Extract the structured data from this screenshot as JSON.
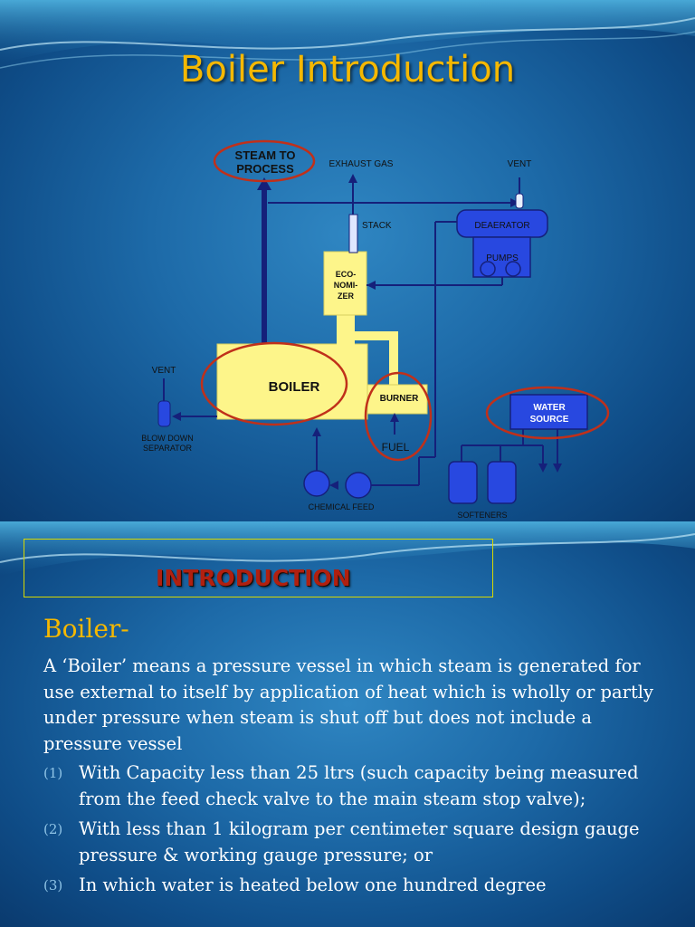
{
  "slide1": {
    "title": "Boiler Introduction",
    "diagram": {
      "steam_to_process_line1": "STEAM TO",
      "steam_to_process_line2": "PROCESS",
      "exhaust_gas": "EXHAUST GAS",
      "vent_top": "VENT",
      "stack": "STACK",
      "deaerator": "DEAERATOR",
      "pumps": "PUMPS",
      "economizer_line1": "ECO-",
      "economizer_line2": "NOMI-",
      "economizer_line3": "ZER",
      "vent_left": "VENT",
      "boiler": "BOILER",
      "burner": "BURNER",
      "fuel": "FUEL",
      "water_source_line1": "WATER",
      "water_source_line2": "SOURCE",
      "blow_down_line1": "BLOW DOWN",
      "blow_down_line2": "SEPARATOR",
      "chemical_feed": "CHEMICAL FEED",
      "softeners": "SOFTENERS"
    }
  },
  "slide2": {
    "title": "INTRODUCTION",
    "heading": "Boiler-",
    "paragraph": "A ‘Boiler’ means a pressure vessel in which steam is generated for use external to itself by application of heat which is wholly or  partly under pressure when steam is shut off but does not include a pressure vessel",
    "items": [
      {
        "num": "(1)",
        "text": "With Capacity less than 25 ltrs (such capacity being measured  from the feed check valve to the main steam stop valve);"
      },
      {
        "num": "(2)",
        "text": "With less than 1 kilogram per centimeter square design gauge pressure & working gauge pressure; or"
      },
      {
        "num": "(3)",
        "text": "In which water is heated below one hundred degree"
      }
    ]
  },
  "colors": {
    "title": "#f5b800",
    "diagram_fill": "#fdf58a",
    "highlight_circle": "#c0301a",
    "pipe": "#15207a",
    "equipment": "#2848e0"
  }
}
